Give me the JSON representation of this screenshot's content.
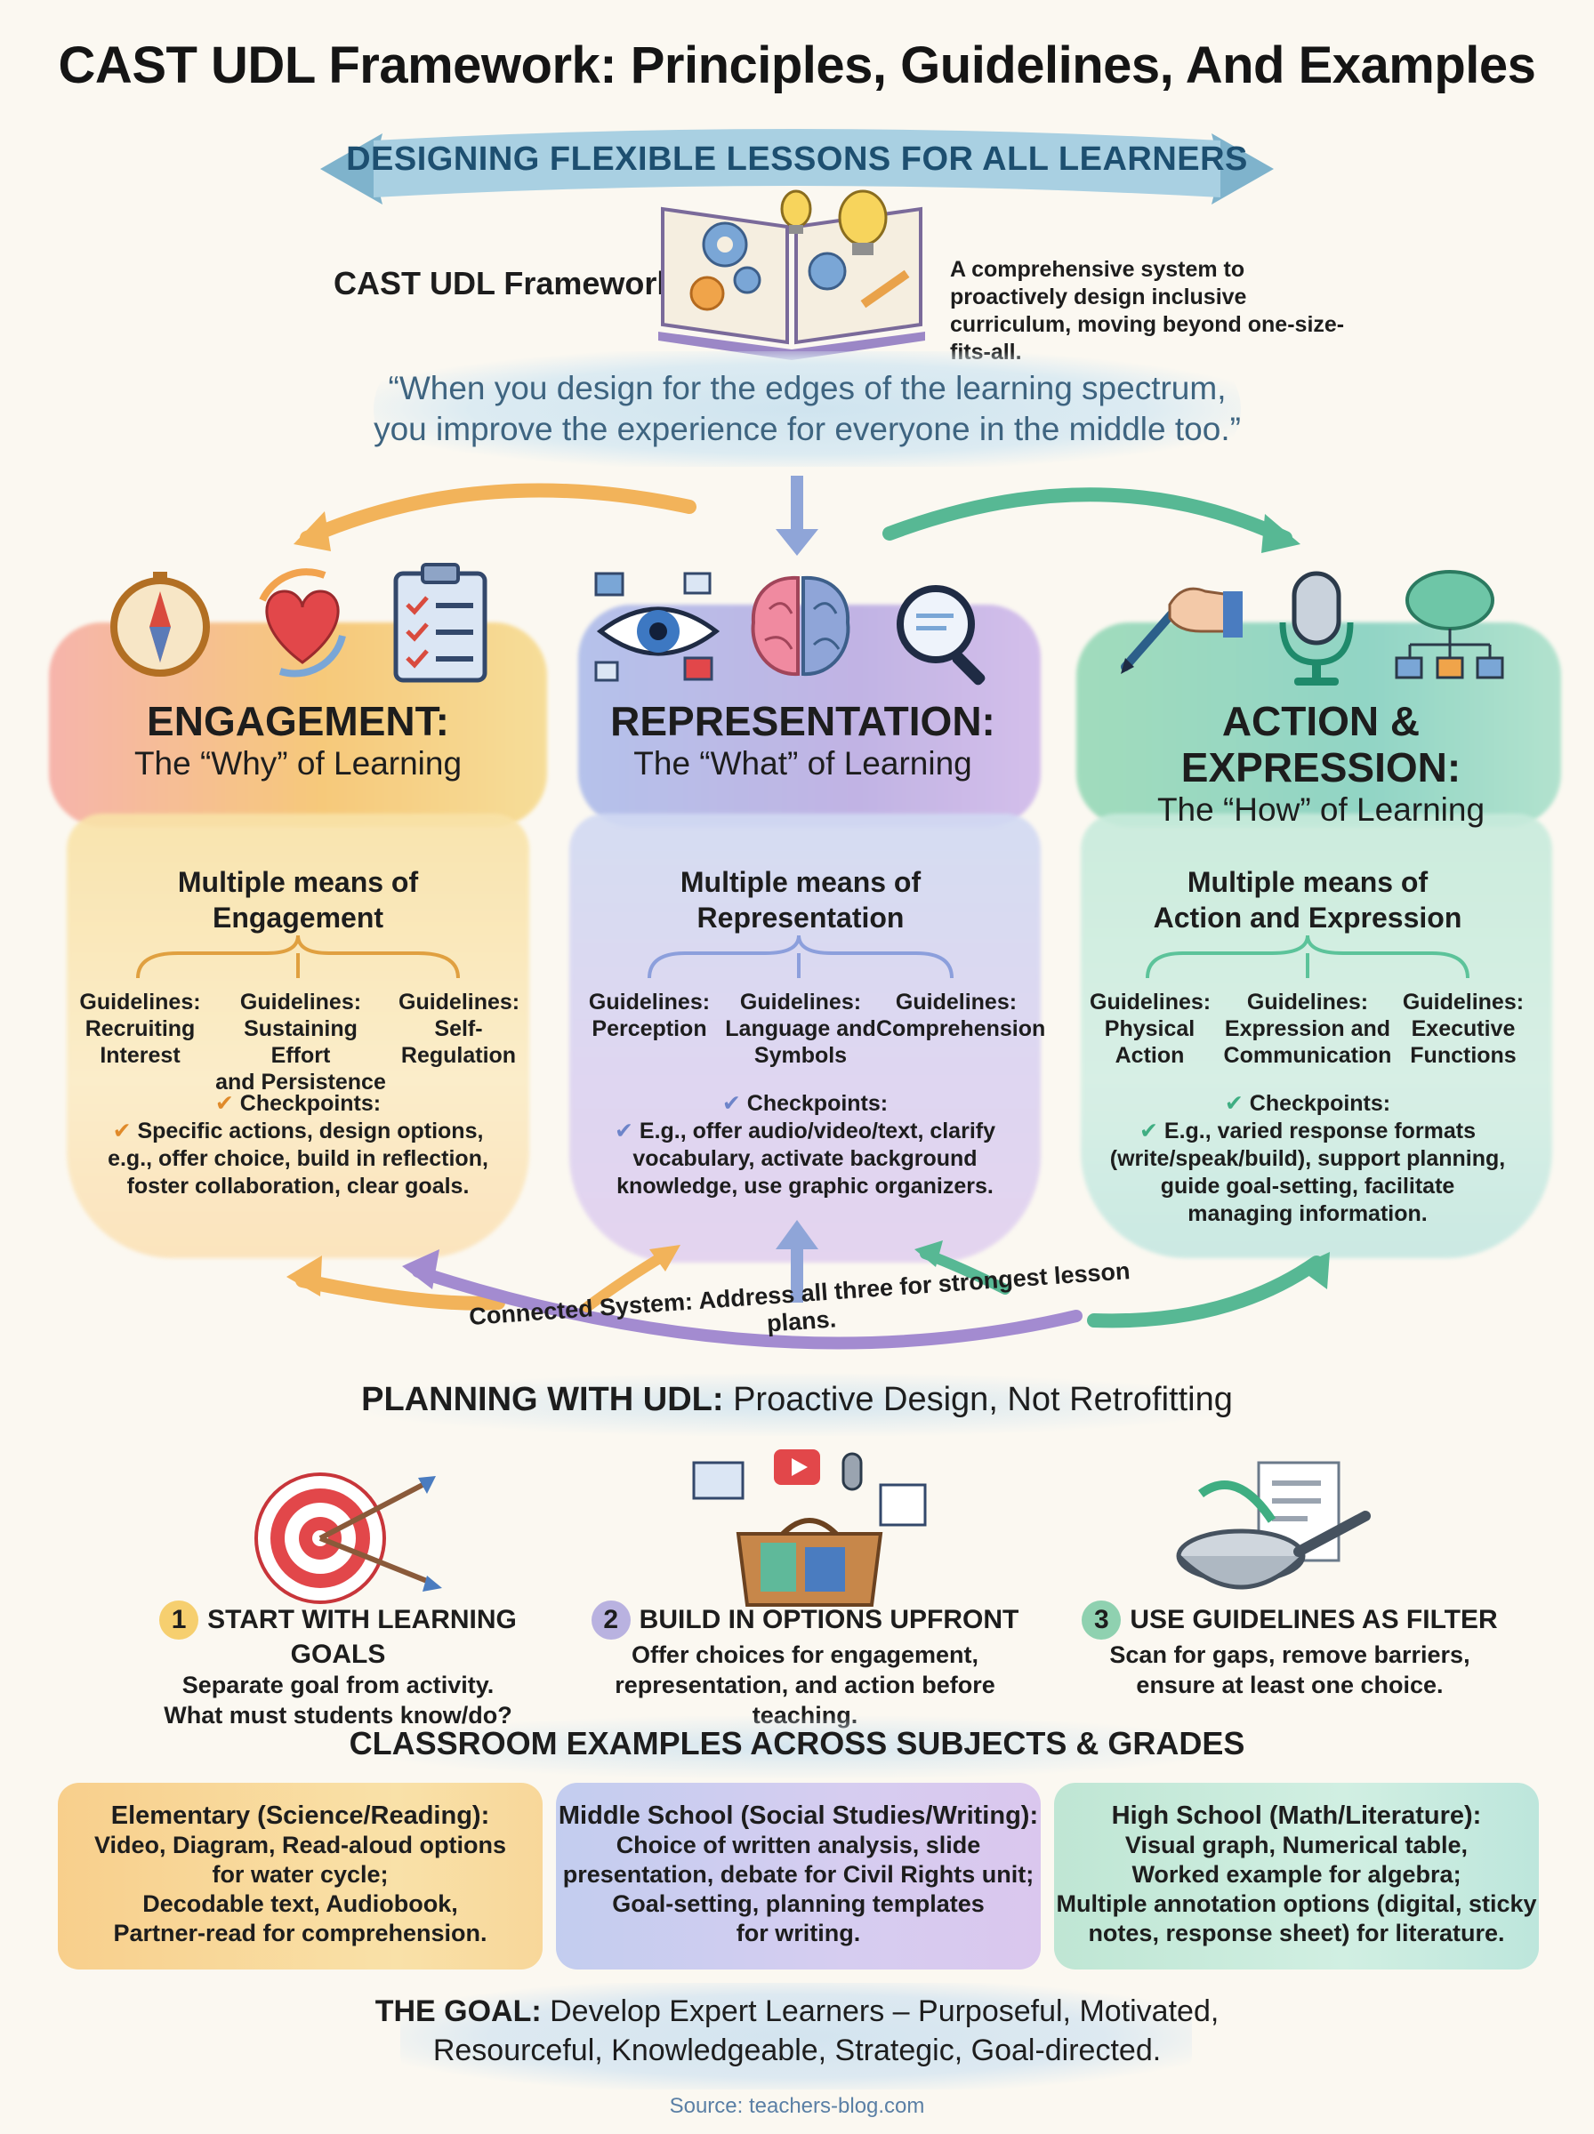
{
  "title": "CAST UDL Framework: Principles, Guidelines, And Examples",
  "banner": "DESIGNING FLEXIBLE LESSONS FOR ALL LEARNERS",
  "framework": {
    "label": "CAST UDL Framework:",
    "description": "A comprehensive system to proactively design inclusive curriculum, moving beyond one-size-fits-all."
  },
  "quote_line1": "“When you design for the edges of the learning spectrum,",
  "quote_line2": "you improve the experience for everyone in the middle too.”",
  "principles": [
    {
      "title": "ENGAGEMENT:",
      "subtitle": "The “Why” of Learning",
      "means_line1": "Multiple means of",
      "means_line2": "Engagement",
      "guidelines": [
        {
          "head": "Guidelines:",
          "l1": "Recruiting",
          "l2": "Interest"
        },
        {
          "head": "Guidelines:",
          "l1": "Sustaining Effort",
          "l2": "and Persistence"
        },
        {
          "head": "Guidelines:",
          "l1": "Self-",
          "l2": "Regulation"
        }
      ],
      "checkpoints_head": "Checkpoints:",
      "checkpoints_l1": "Specific actions, design options,",
      "checkpoints_l2": "e.g., offer choice, build in reflection,",
      "checkpoints_l3": "foster collaboration, clear goals.",
      "checkpoints_l4": ""
    },
    {
      "title": "REPRESENTATION:",
      "subtitle": "The “What” of Learning",
      "means_line1": "Multiple means of",
      "means_line2": "Representation",
      "guidelines": [
        {
          "head": "Guidelines:",
          "l1": "Perception",
          "l2": ""
        },
        {
          "head": "Guidelines:",
          "l1": "Language and",
          "l2": "Symbols"
        },
        {
          "head": "Guidelines:",
          "l1": "Comprehension",
          "l2": ""
        }
      ],
      "checkpoints_head": "Checkpoints:",
      "checkpoints_l1": "E.g., offer audio/video/text, clarify",
      "checkpoints_l2": "vocabulary, activate background",
      "checkpoints_l3": "knowledge, use graphic organizers.",
      "checkpoints_l4": ""
    },
    {
      "title": "ACTION & EXPRESSION:",
      "subtitle": "The “How” of Learning",
      "means_line1": "Multiple means of",
      "means_line2": "Action and Expression",
      "guidelines": [
        {
          "head": "Guidelines:",
          "l1": "Physical",
          "l2": "Action"
        },
        {
          "head": "Guidelines:",
          "l1": "Expression and",
          "l2": "Communication"
        },
        {
          "head": "Guidelines:",
          "l1": "Executive",
          "l2": "Functions"
        }
      ],
      "checkpoints_head": "Checkpoints:",
      "checkpoints_l1": "E.g., varied response formats",
      "checkpoints_l2": "(write/speak/build), support planning,",
      "checkpoints_l3": "guide goal-setting, facilitate",
      "checkpoints_l4": "managing information."
    }
  ],
  "connected": "Connected System: Address all three for strongest lesson plans.",
  "planning": {
    "title_bold": "PLANNING WITH UDL:",
    "title_rest": " Proactive Design, Not Retrofitting",
    "steps": [
      {
        "num": "1",
        "head": "START WITH LEARNING GOALS",
        "l1": "Separate goal from activity.",
        "l2": "What must students know/do?",
        "color": "#f6cf6f"
      },
      {
        "num": "2",
        "head": "BUILD IN OPTIONS UPFRONT",
        "l1": "Offer choices for engagement,",
        "l2": "representation, and action before teaching.",
        "color": "#b9b2e0"
      },
      {
        "num": "3",
        "head": "USE GUIDELINES AS FILTER",
        "l1": "Scan for gaps, remove barriers,",
        "l2": "ensure at least one choice.",
        "color": "#8fd1b0"
      }
    ]
  },
  "examples": {
    "title": "CLASSROOM EXAMPLES ACROSS SUBJECTS & GRADES",
    "boxes": [
      {
        "title": "Elementary (Science/Reading):",
        "l1": "Video, Diagram, Read-aloud options",
        "l2": "for water cycle;",
        "l3": "Decodable text, Audiobook,",
        "l4": "Partner-read for comprehension."
      },
      {
        "title": "Middle School (Social Studies/Writing):",
        "l1": "Choice of written analysis, slide",
        "l2": "presentation, debate for Civil Rights unit;",
        "l3": "Goal-setting, planning templates",
        "l4": "for writing."
      },
      {
        "title": "High School (Math/Literature):",
        "l1": "Visual graph, Numerical table,",
        "l2": "Worked example for algebra;",
        "l3": "Multiple annotation options (digital, sticky",
        "l4": "notes, response sheet) for literature."
      }
    ]
  },
  "goal": {
    "bold": "THE GOAL:",
    "line1_rest": " Develop Expert Learners – Purposeful, Motivated,",
    "line2": "Resourceful, Knowledgeable, Strategic, Goal-directed."
  },
  "source": "Source: teachers-blog.com",
  "icons": [
    "open-book-gears-icon",
    "lightbulb-icon",
    "compass-icon",
    "heart-cycle-icon",
    "checklist-clipboard-icon",
    "eye-icon",
    "brain-icon",
    "magnifier-icon",
    "hand-pen-icon",
    "microphone-icon",
    "brain-network-icon",
    "target-arrows-icon",
    "toolbox-icon",
    "strainer-icon"
  ],
  "colors": {
    "engagement": "#f3b640",
    "representation": "#8c9fdc",
    "action": "#5cc39a",
    "banner": "#9cc8dc",
    "title_text": "#1d4f70"
  }
}
